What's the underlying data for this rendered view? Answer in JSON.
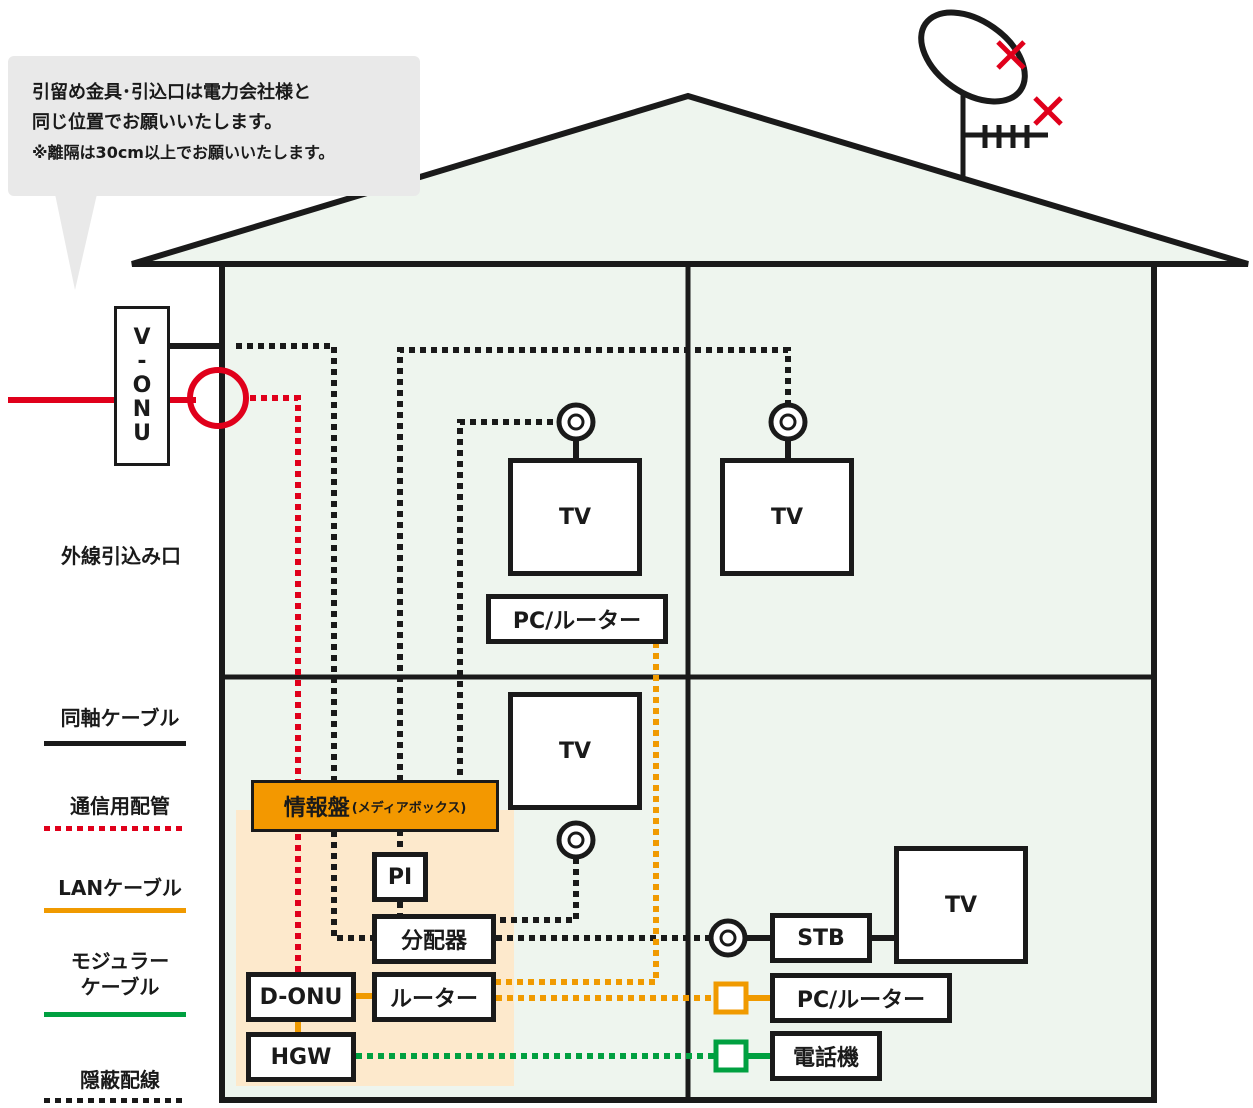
{
  "callout": {
    "line1": "引留め金具･引込口は電力会社様と",
    "line2": "同じ位置でお願いいたします。",
    "line3": "※離隔は30cm以上でお願いいたします。"
  },
  "vonu": {
    "letters": [
      "V",
      "-",
      "O",
      "N",
      "U"
    ]
  },
  "legend": {
    "entry_point": "外線引込み口",
    "coax": "同軸ケーブル",
    "conduit": "通信用配管",
    "lan": "LANケーブル",
    "modular_1": "モジュラー",
    "modular_2": "ケーブル",
    "hidden": "隠蔽配線"
  },
  "devices": {
    "tv_upper_left": "TV",
    "tv_upper_right": "TV",
    "pc_router_upper": "PC/ルーター",
    "tv_lower_left": "TV",
    "info_panel": "情報盤",
    "info_panel_sub": "(メディアボックス)",
    "pi": "PI",
    "splitter": "分配器",
    "donu": "D-ONU",
    "router": "ルーター",
    "hgw": "HGW",
    "stb": "STB",
    "tv_lower_right": "TV",
    "pc_router_lower": "PC/ルーター",
    "phone": "電話機"
  },
  "colors": {
    "coax": "#1a1a1a",
    "conduit": "#e0001b",
    "lan": "#f09a00",
    "modular": "#00a040",
    "wall_fill": "#eef5ee",
    "media_area": "#fde9cc",
    "info_panel": "#f39800",
    "x_mark": "#e0001b"
  }
}
